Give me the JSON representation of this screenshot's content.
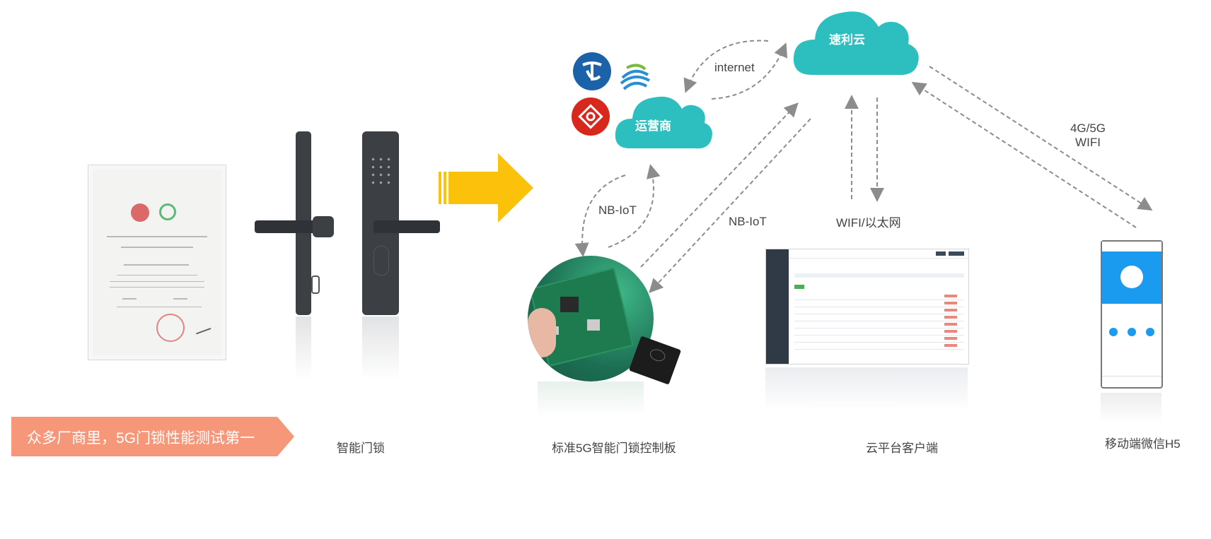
{
  "clouds": {
    "sulicloud": "速利云",
    "operator": "运营商"
  },
  "links": {
    "internet": "internet",
    "nbiot_left": "NB-IoT",
    "nbiot_right": "NB-IoT",
    "wifi_ethernet": "WIFI/以太网",
    "mobile_line1": "4G/5G",
    "mobile_line2": "WIFI"
  },
  "captions": {
    "smart_lock": "智能门锁",
    "control_board": "标准5G智能门锁控制板",
    "cloud_client": "云平台客户端",
    "mobile_h5": "移动端微信H5"
  },
  "banner": {
    "text": "众多厂商里，5G门锁性能测试第一"
  },
  "colors": {
    "cloud": "#2dbfbf",
    "arrow_big": "#fcc10a",
    "banner": "#f7977a",
    "dashed": "#8c8c8c",
    "lock": "#3c3f43"
  }
}
